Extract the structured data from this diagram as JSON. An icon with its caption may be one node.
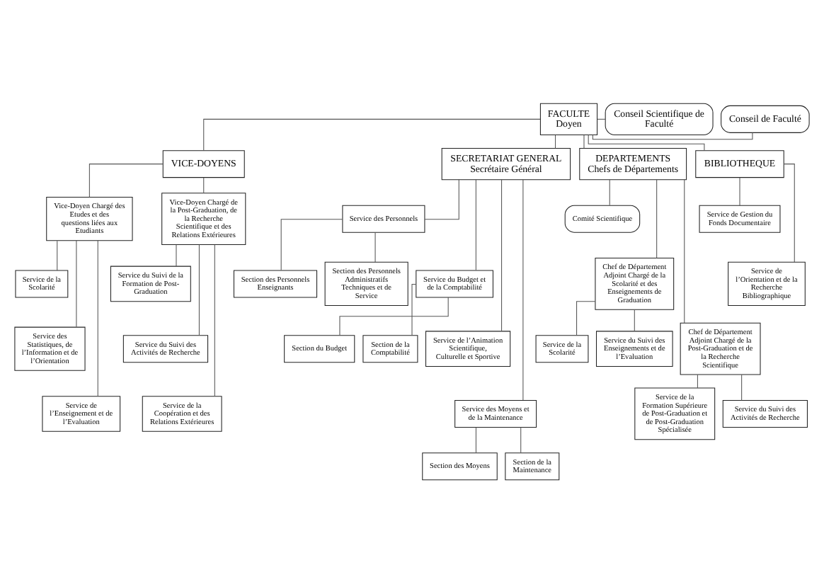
{
  "diagram": {
    "nodes": [
      {
        "text": [
          "FACULTE",
          "Doyen"
        ]
      },
      {
        "text": [
          "Conseil Scientifique de Faculté"
        ]
      },
      {
        "text": [
          "Conseil de Faculté"
        ]
      },
      {
        "text": [
          "VICE-DOYENS"
        ]
      },
      {
        "text": [
          "SECRETARIAT GENERAL",
          "Secrétaire Général"
        ]
      },
      {
        "text": [
          "DEPARTEMENTS",
          "Chefs de Départements"
        ]
      },
      {
        "text": [
          "BIBLIOTHEQUE"
        ]
      },
      {
        "text": [
          "Vice-Doyen Chargé des Etudes et des questions liées aux Etudiants"
        ]
      },
      {
        "text": [
          "Vice-Doyen Chargé de la Post-Graduation, de la Recherche Scientifique et des Relations Extérieures"
        ]
      },
      {
        "text": [
          "Service de la Scolarité"
        ]
      },
      {
        "text": [
          "Service des Statistiques, de l’Information et de l’Orientation"
        ]
      },
      {
        "text": [
          "Service de l’Enseignement et de l’Evaluation"
        ]
      },
      {
        "text": [
          "Service du Suivi de la Formation de Post-Graduation"
        ]
      },
      {
        "text": [
          "Service du Suivi des Activités de Recherche"
        ]
      },
      {
        "text": [
          "Service de la Coopération et des Relations Extérieures"
        ]
      },
      {
        "text": [
          "Service des Personnels"
        ]
      },
      {
        "text": [
          "Section des Personnels Enseignants"
        ]
      },
      {
        "text": [
          "Section des Personnels Administratifs Techniques et de Service"
        ]
      },
      {
        "text": [
          "Service du Budget et de la Comptabilité"
        ]
      },
      {
        "text": [
          "Section du Budget"
        ]
      },
      {
        "text": [
          "Section de la Comptabilité"
        ]
      },
      {
        "text": [
          "Service de l’Animation Scientifique, Culturelle et Sportive"
        ]
      },
      {
        "text": [
          "Service des Moyens et de la Maintenance"
        ]
      },
      {
        "text": [
          "Section des Moyens"
        ]
      },
      {
        "text": [
          "Section de la Maintenance"
        ]
      },
      {
        "text": [
          "Comité Scientifique"
        ]
      },
      {
        "text": [
          "Chef de Département Adjoint Chargé de la Scolarité et des Enseignements de Graduation"
        ]
      },
      {
        "text": [
          "Service de la Scolarité"
        ]
      },
      {
        "text": [
          "Service du Suivi des Enseignements et de l’Evaluation"
        ]
      },
      {
        "text": [
          "Chef de Département Adjoint Chargé de la Post-Graduation et de la Recherche Scientifique"
        ]
      },
      {
        "text": [
          "Service de la Formation Supérieure de Post-Graduation et de Post-Graduation Spécialisée"
        ]
      },
      {
        "text": [
          "Service du Suivi des Activités de Recherche"
        ]
      },
      {
        "text": [
          "Service de Gestion du Fonds Documentaire"
        ]
      },
      {
        "text": [
          "Service de l’Orientation et de la Recherche Bibliographique"
        ]
      }
    ],
    "edges": [
      {
        "from": 0,
        "to": 1,
        "arrow": "none"
      },
      {
        "from": 0,
        "to": 2,
        "arrow": "none"
      },
      {
        "from": 0,
        "to": 3,
        "arrow": "none"
      },
      {
        "from": 0,
        "to": 4,
        "arrow": "none"
      },
      {
        "from": 0,
        "to": 5,
        "arrow": "none"
      },
      {
        "from": 0,
        "to": 6,
        "arrow": "none"
      },
      {
        "from": 3,
        "to": 7,
        "arrow": "none"
      },
      {
        "from": 3,
        "to": 8,
        "arrow": "none"
      },
      {
        "from": 7,
        "to": 9,
        "arrow": "none"
      },
      {
        "from": 7,
        "to": 10,
        "arrow": "none"
      },
      {
        "from": 7,
        "to": 11,
        "arrow": "none"
      },
      {
        "from": 8,
        "to": 12,
        "arrow": "none"
      },
      {
        "from": 8,
        "to": 13,
        "arrow": "none"
      },
      {
        "from": 8,
        "to": 14,
        "arrow": "none"
      },
      {
        "from": 4,
        "to": 15,
        "arrow": "none"
      },
      {
        "from": 4,
        "to": 18,
        "arrow": "none"
      },
      {
        "from": 4,
        "to": 21,
        "arrow": "none"
      },
      {
        "from": 4,
        "to": 22,
        "arrow": "none"
      },
      {
        "from": 15,
        "to": 16,
        "arrow": "none"
      },
      {
        "from": 15,
        "to": 17,
        "arrow": "none"
      },
      {
        "from": 18,
        "to": 19,
        "arrow": "none"
      },
      {
        "from": 18,
        "to": 20,
        "arrow": "none"
      },
      {
        "from": 22,
        "to": 23,
        "arrow": "none"
      },
      {
        "from": 22,
        "to": 24,
        "arrow": "none"
      },
      {
        "from": 5,
        "to": 25,
        "arrow": "none"
      },
      {
        "from": 5,
        "to": 26,
        "arrow": "none"
      },
      {
        "from": 5,
        "to": 29,
        "arrow": "none"
      },
      {
        "from": 26,
        "to": 27,
        "arrow": "none"
      },
      {
        "from": 26,
        "to": 28,
        "arrow": "none"
      },
      {
        "from": 29,
        "to": 30,
        "arrow": "none"
      },
      {
        "from": 29,
        "to": 31,
        "arrow": "none"
      },
      {
        "from": 6,
        "to": 32,
        "arrow": "none"
      },
      {
        "from": 6,
        "to": 33,
        "arrow": "none"
      }
    ]
  }
}
